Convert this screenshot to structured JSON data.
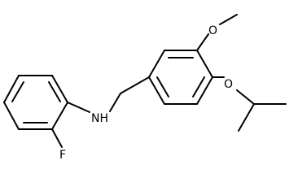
{
  "molecule": {
    "atoms": {
      "fluorine": "F",
      "amine": "NH",
      "methoxy_oxygen": "O",
      "isopropoxy_oxygen": "O"
    },
    "colors": {
      "bond": "#000000",
      "label": "#000000",
      "background": "#ffffff"
    }
  }
}
